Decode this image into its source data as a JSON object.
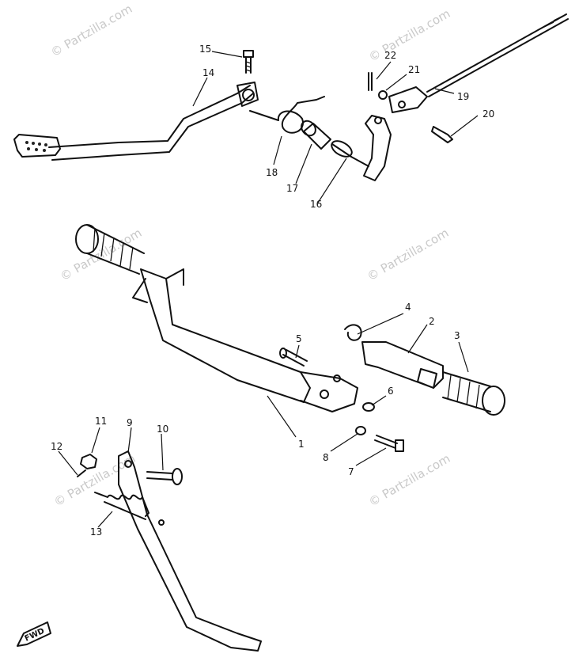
{
  "watermark": "© Partzilla.com",
  "direction_label": "FWD",
  "callouts": [
    {
      "id": "1",
      "label": "1"
    },
    {
      "id": "2",
      "label": "2"
    },
    {
      "id": "3",
      "label": "3"
    },
    {
      "id": "4",
      "label": "4"
    },
    {
      "id": "5",
      "label": "5"
    },
    {
      "id": "6",
      "label": "6"
    },
    {
      "id": "7",
      "label": "7"
    },
    {
      "id": "8",
      "label": "8"
    },
    {
      "id": "9",
      "label": "9"
    },
    {
      "id": "10",
      "label": "10"
    },
    {
      "id": "11",
      "label": "11"
    },
    {
      "id": "12",
      "label": "12"
    },
    {
      "id": "13",
      "label": "13"
    },
    {
      "id": "14",
      "label": "14"
    },
    {
      "id": "15",
      "label": "15"
    },
    {
      "id": "16",
      "label": "16"
    },
    {
      "id": "17",
      "label": "17"
    },
    {
      "id": "18",
      "label": "18"
    },
    {
      "id": "19",
      "label": "19"
    },
    {
      "id": "20",
      "label": "20"
    },
    {
      "id": "21",
      "label": "21"
    },
    {
      "id": "22",
      "label": "22"
    }
  ]
}
